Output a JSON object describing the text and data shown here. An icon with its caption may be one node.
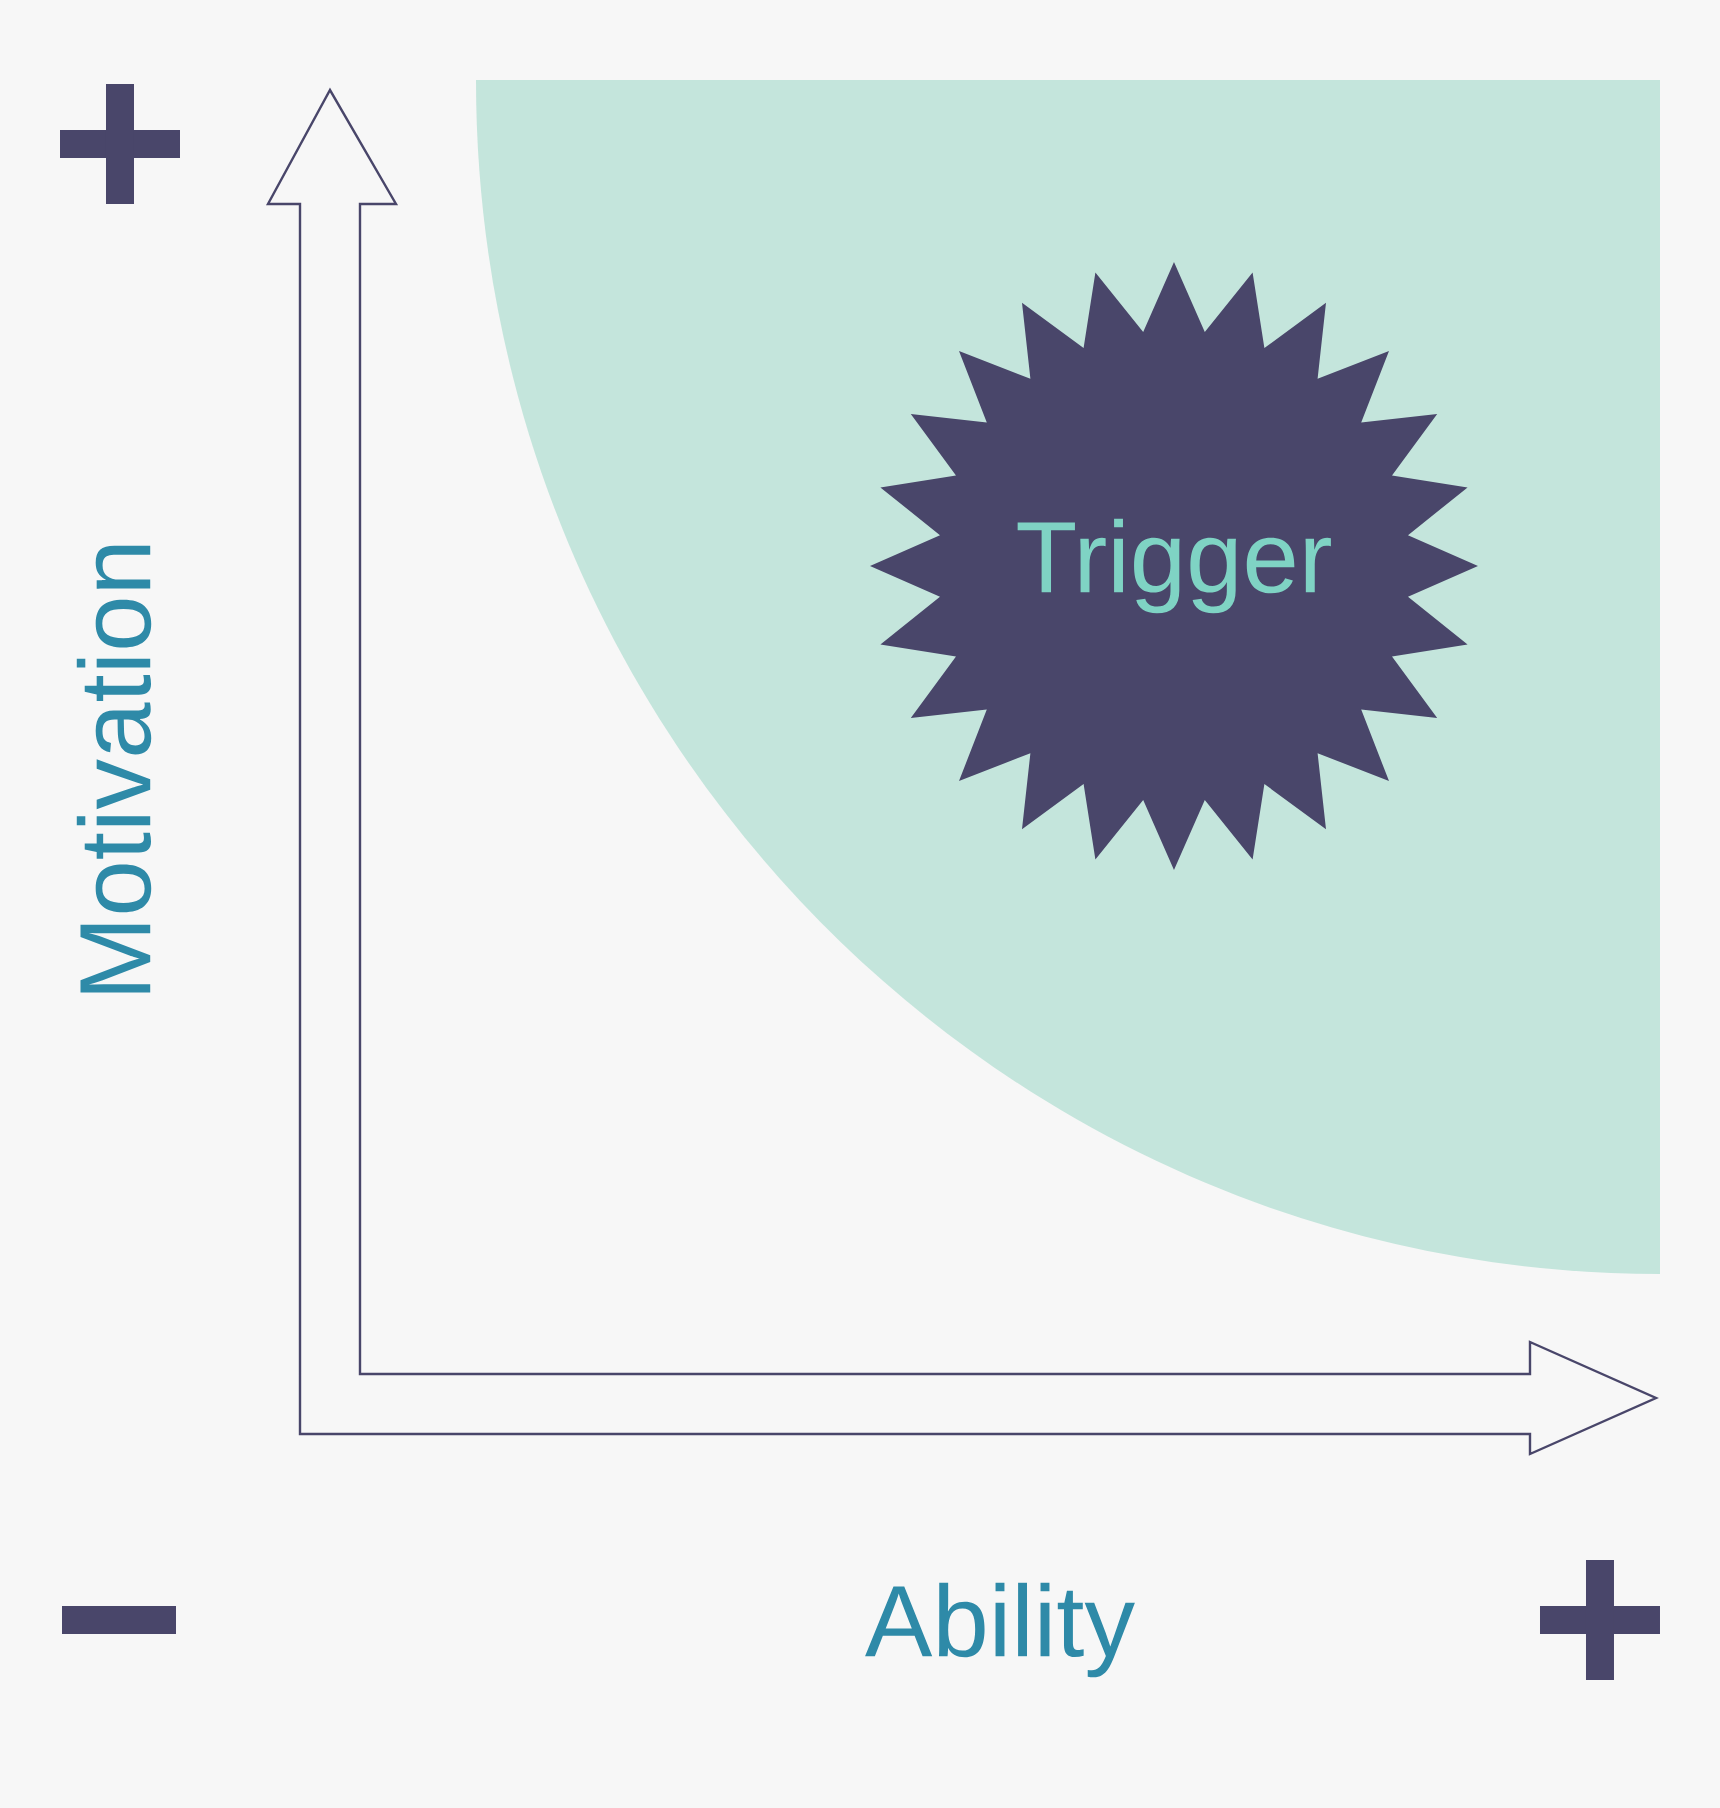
{
  "diagram": {
    "nodes": [
      {
        "text": [
          "Trigger"
        ]
      }
    ],
    "labels": [
      "Motivation",
      "Ability"
    ]
  }
}
